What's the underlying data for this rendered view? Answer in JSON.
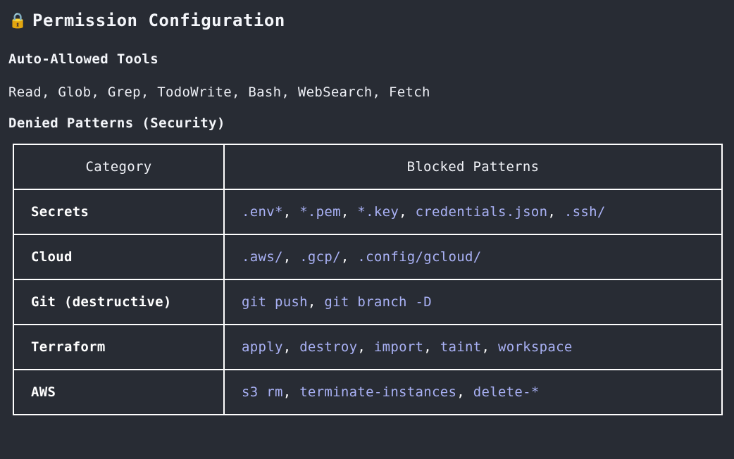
{
  "document": {
    "title": "Permission Configuration",
    "lock_icon": "🔒",
    "background_color": "#282c34",
    "border_color": "#ffffff",
    "code_color": "#a9b1f5",
    "text_color": "#f2f4f8"
  },
  "auto_allowed": {
    "heading": "Auto-Allowed Tools",
    "tools": [
      "Read",
      "Glob",
      "Grep",
      "TodoWrite",
      "Bash",
      "WebSearch",
      "Fetch"
    ],
    "tools_line": "Read, Glob, Grep, TodoWrite, Bash, WebSearch, Fetch"
  },
  "denied": {
    "heading": "Denied Patterns (Security)",
    "columns": [
      "Category",
      "Blocked Patterns"
    ],
    "rows": [
      {
        "category": "Secrets",
        "patterns": [
          ".env*",
          "*.pem",
          "*.key",
          "credentials.json",
          ".ssh/"
        ]
      },
      {
        "category": "Cloud",
        "patterns": [
          ".aws/",
          ".gcp/",
          ".config/gcloud/"
        ]
      },
      {
        "category": "Git (destructive)",
        "patterns": [
          "git push",
          "git branch -D"
        ]
      },
      {
        "category": "Terraform",
        "patterns": [
          "apply",
          "destroy",
          "import",
          "taint",
          "workspace"
        ]
      },
      {
        "category": "AWS",
        "patterns": [
          "s3 rm",
          "terminate-instances",
          "delete-*"
        ]
      }
    ]
  }
}
